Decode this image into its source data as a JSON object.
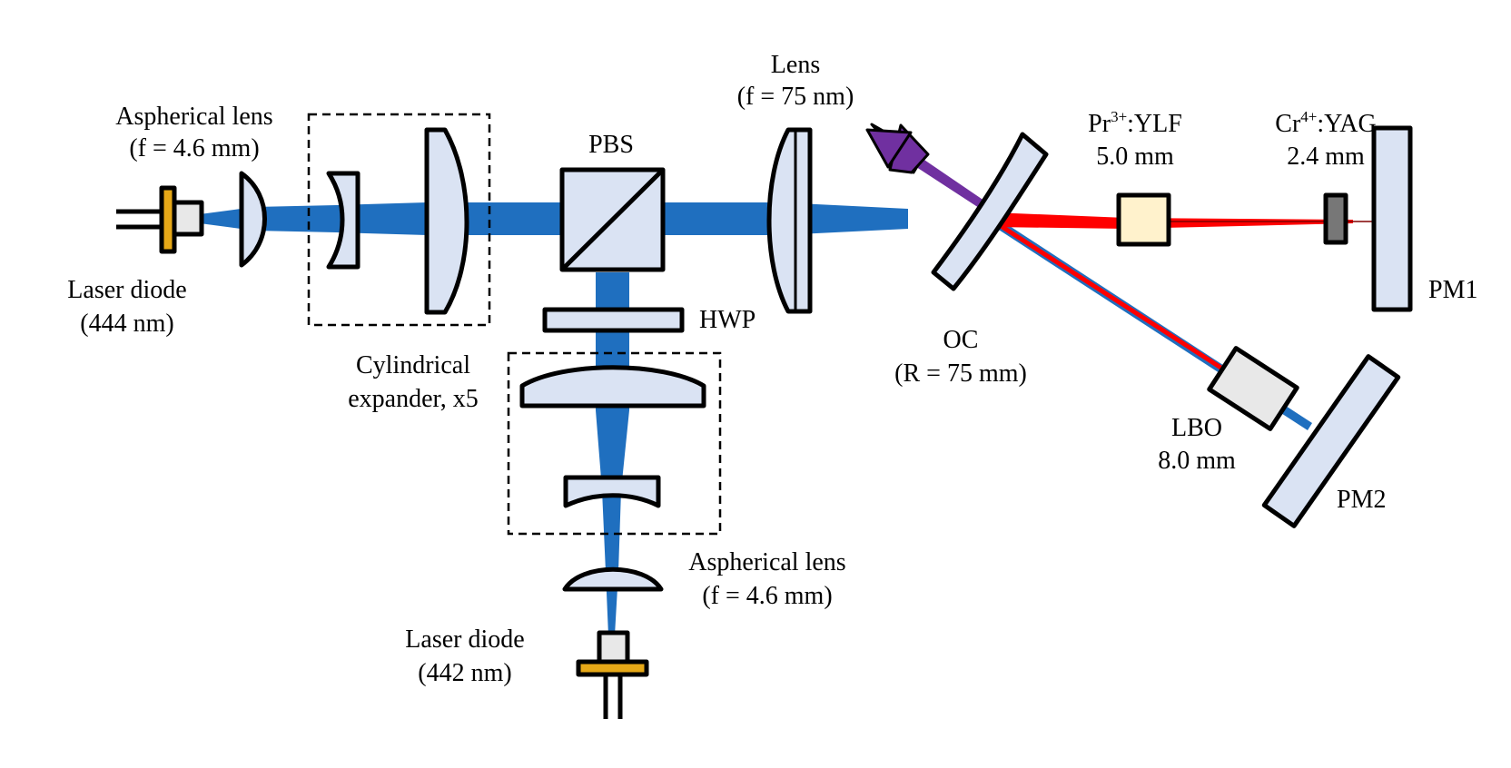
{
  "colors": {
    "pump_beam": "#1f6fbf",
    "optic_fill": "#dae3f3",
    "red_beam": "#ff0000",
    "violet_beam": "#7030a0",
    "diode_stripe": "#e6a817",
    "crystal_fill": "#fff2cc",
    "satabs_fill": "#777777",
    "lbo_fill": "#e8e8e8",
    "outline": "#000000"
  },
  "labels": {
    "asph1_line1": "Aspherical lens",
    "asph1_line2": "(f = 4.6 mm)",
    "ld1_line1": "Laser diode",
    "ld1_line2": "(444 nm)",
    "expander_line1": "Cylindrical",
    "expander_line2": "expander, x5",
    "pbs": "PBS",
    "hwp": "HWP",
    "lens_line1": "Lens",
    "lens_line2": "(f = 75 nm)",
    "oc_line1": "OC",
    "oc_line2": "(R = 75 mm)",
    "pr_line1_base": "Pr",
    "pr_line1_sup": "3+",
    "pr_line1_rest": ":YLF",
    "pr_line2": "5.0 mm",
    "cr_line1_base": "Cr",
    "cr_line1_sup": "4+",
    "cr_line1_rest": ":YAG",
    "cr_line2": "2.4 mm",
    "pm1": "PM1",
    "lbo_line1": "LBO",
    "lbo_line2": "8.0 mm",
    "pm2": "PM2",
    "asph2_line1": "Aspherical lens",
    "asph2_line2": "(f = 4.6 mm)",
    "ld2_line1": "Laser diode",
    "ld2_line2": "(442 nm)"
  }
}
